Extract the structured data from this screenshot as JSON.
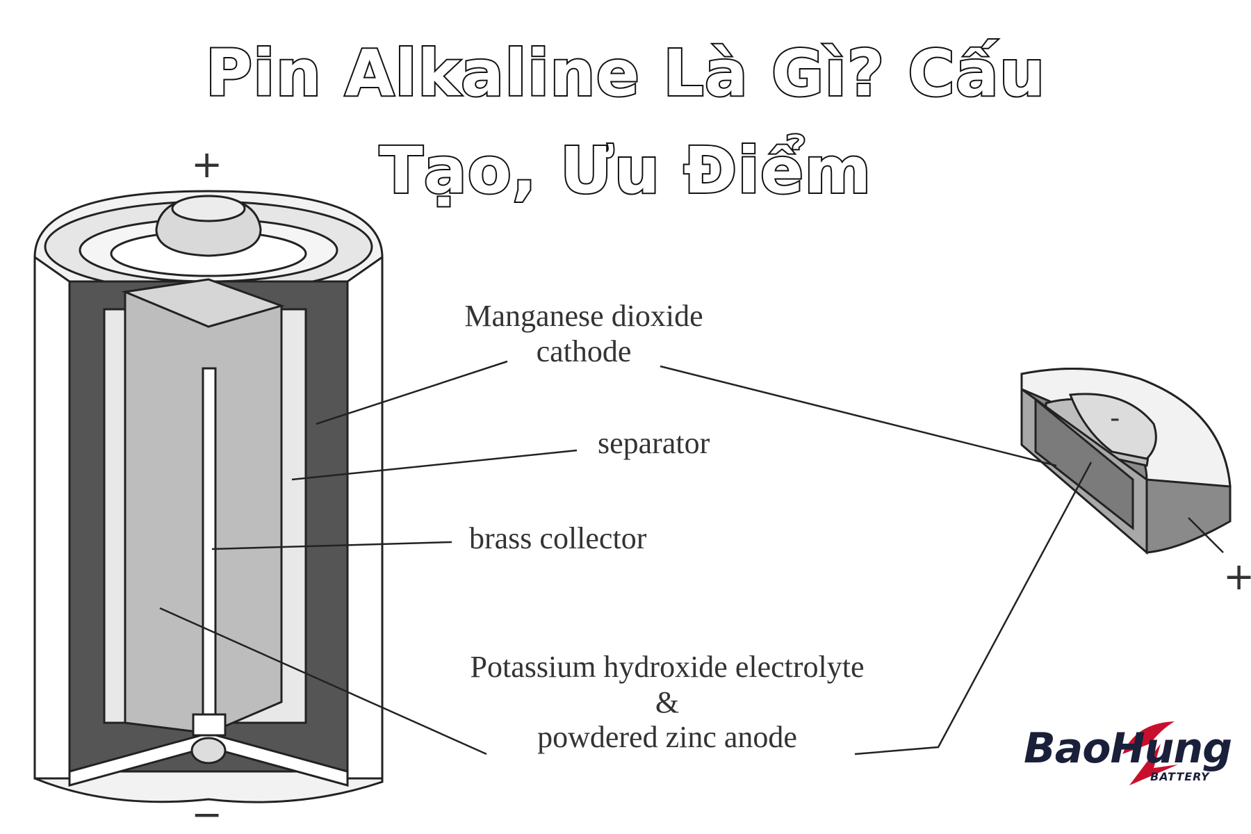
{
  "title": {
    "line1": "Pin Alkaline Là Gì? Cấu",
    "line2": "Tạo, Ưu Điểm"
  },
  "labels": {
    "cathode_line1": "Manganese dioxide",
    "cathode_line2": "cathode",
    "separator": "separator",
    "collector": "brass collector",
    "electrolyte_line1": "Potassium hydroxide electrolyte",
    "electrolyte_line2": "&",
    "electrolyte_line3": "powdered zinc anode"
  },
  "terminals": {
    "cylinder_top": "+",
    "cylinder_bottom": "−",
    "button_center": "-",
    "button_side": "+"
  },
  "logo": {
    "name": "BaoHung",
    "sub": "BATTERY"
  },
  "colors": {
    "title_fill": "#ffffff",
    "title_stroke": "#111111",
    "dark_layer": "#555555",
    "gray_core": "#bdbdbd",
    "logo_red": "#c8102e",
    "logo_navy": "#1a1f3a"
  }
}
